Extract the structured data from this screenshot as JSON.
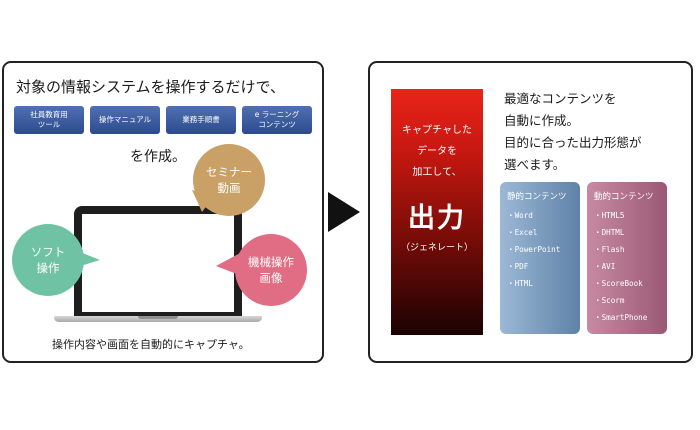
{
  "left": {
    "headline": "対象の情報システムを操作するだけで、",
    "documents": [
      "社員教育用\nツール",
      "操作マニュアル",
      "業務手順書",
      "e ラーニング\nコンテンツ"
    ],
    "create_text": "を作成。",
    "bubbles": {
      "seminar": "セミナー\n動画",
      "software": "ソフト\n操作",
      "machine": "機械操作\n画像"
    },
    "caption": "操作内容や画面を自動的にキャプチャ。"
  },
  "right": {
    "column": {
      "top_text": "キャプチャした\nデータを\n加工して、",
      "big_text": "出力",
      "sub_text": "（ジェネレート）"
    },
    "intro": "最適なコンテンツを\n自動に作成。\n目的に合った出力形態が\n選べます。",
    "static": {
      "title": "静的コンテンツ",
      "items": [
        "・Word",
        "・Excel",
        "・PowerPoint",
        "・PDF",
        "・HTML"
      ]
    },
    "dynamic": {
      "title": "動的コンテンツ",
      "items": [
        "・HTML5",
        "・DHTML",
        "・Flash",
        "・AVI",
        "・ScoreBook",
        "・Scorm",
        "・SmartPhone"
      ]
    }
  },
  "colors": {
    "document_badge": "#3a5a9e",
    "seminar_bubble": "#c9a066",
    "software_bubble": "#6fc3a4",
    "machine_bubble": "#e06d84",
    "output_red": "#e8241b"
  }
}
